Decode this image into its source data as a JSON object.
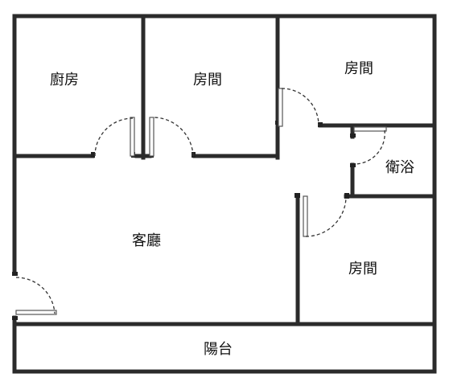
{
  "floorplan": {
    "rooms": {
      "kitchen": "廚房",
      "bedroom_top_middle": "房間",
      "bedroom_top_right": "房間",
      "bathroom": "衛浴",
      "living_room": "客廳",
      "bedroom_bottom_right": "房間",
      "balcony": "陽台"
    },
    "colors": {
      "wall": "#2b2b2b",
      "background": "#ffffff"
    }
  }
}
